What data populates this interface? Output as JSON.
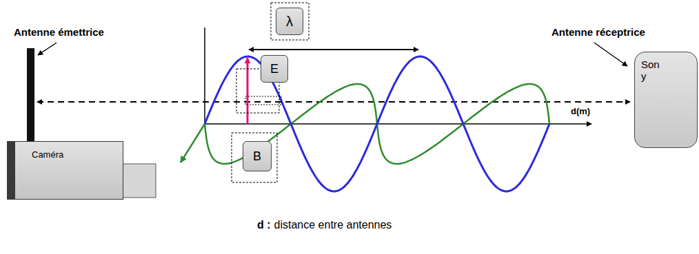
{
  "diagram": {
    "nodes": [
      {
        "text": [
          "λ"
        ]
      },
      {
        "text": [
          "Son y"
        ]
      },
      {
        "text": [
          "E"
        ]
      },
      {
        "text": [
          "B"
        ]
      },
      {
        "text": [
          "Caméra"
        ]
      }
    ],
    "labels": [
      "Antenne émettrice",
      "Antenne réceptrice",
      "d(m)",
      "d :",
      "distance entre antennes"
    ]
  }
}
